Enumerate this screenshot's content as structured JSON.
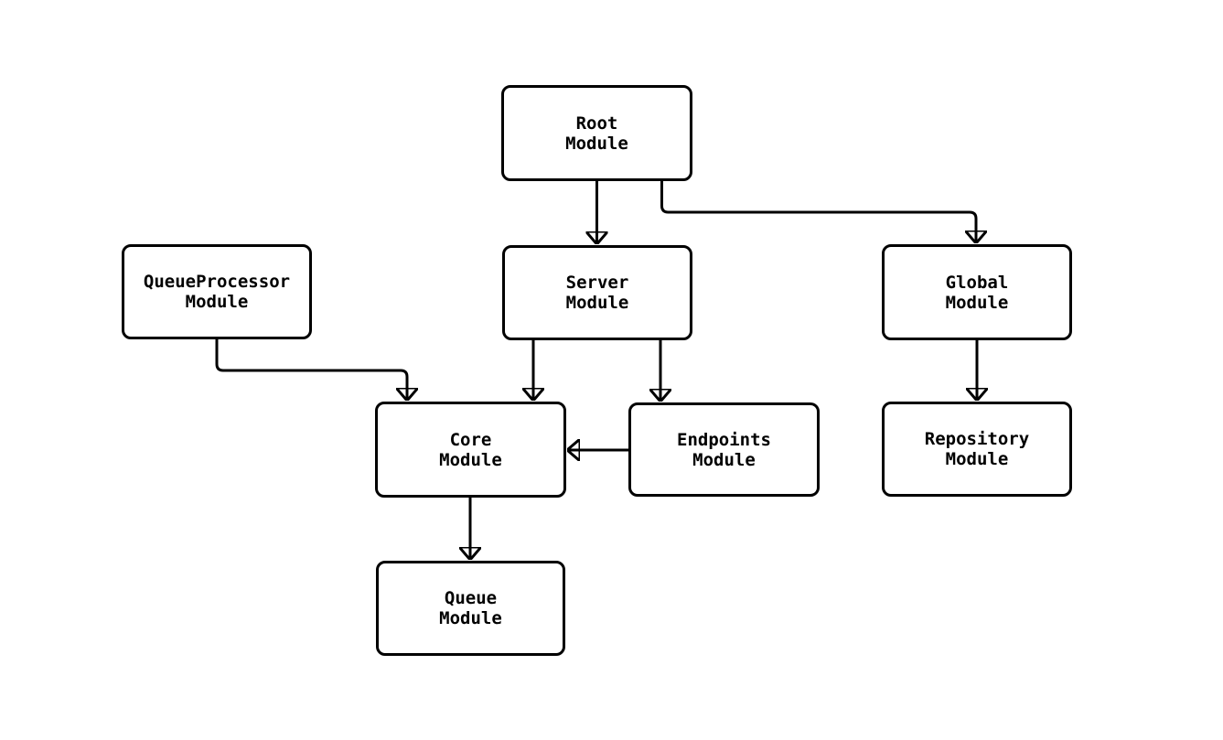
{
  "colors": {
    "background": "#ffffff",
    "node_fill": "#ffffff",
    "stroke": "#000000",
    "text": "#000000"
  },
  "nodes": {
    "root": {
      "label": "Root\nModule"
    },
    "queueProcessor": {
      "label": "QueueProcessor\nModule"
    },
    "server": {
      "label": "Server\nModule"
    },
    "global": {
      "label": "Global\nModule"
    },
    "core": {
      "label": "Core\nModule"
    },
    "endpoints": {
      "label": "Endpoints\nModule"
    },
    "repository": {
      "label": "Repository\nModule"
    },
    "queue": {
      "label": "Queue\nModule"
    }
  },
  "edges": [
    {
      "from": "Root Module",
      "to": "Server Module"
    },
    {
      "from": "Root Module",
      "to": "Global Module"
    },
    {
      "from": "QueueProcessor Module",
      "to": "Core Module"
    },
    {
      "from": "Server Module",
      "to": "Core Module"
    },
    {
      "from": "Server Module",
      "to": "Endpoints Module"
    },
    {
      "from": "Endpoints Module",
      "to": "Core Module"
    },
    {
      "from": "Global Module",
      "to": "Repository Module"
    },
    {
      "from": "Core Module",
      "to": "Queue Module"
    }
  ]
}
